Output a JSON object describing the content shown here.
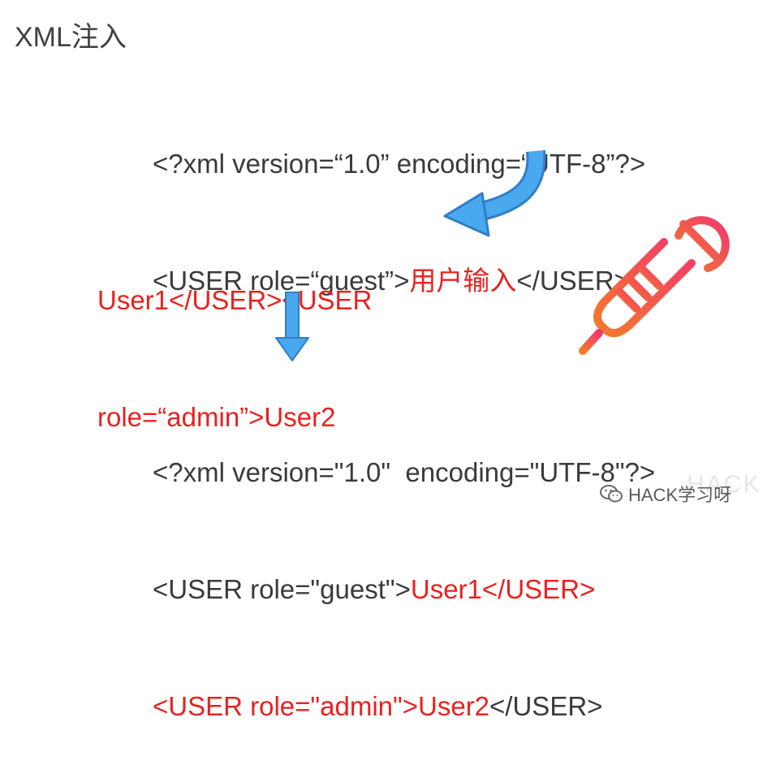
{
  "title": "XML注入",
  "block1": {
    "line1": "<?xml version=“1.0” encoding=“UTF-8”?>",
    "line2_prefix": "<USER role=“guest”>",
    "line2_input": "用户输入",
    "line2_suffix": "</USER>"
  },
  "block2": {
    "line1": "User1</USER><USER",
    "line2": "role=“admin”>User2"
  },
  "block3": {
    "line1": "<?xml version=\"1.0\"  encoding=\"UTF-8\"?>",
    "line2_prefix": "<USER role=\"guest\">",
    "line2_red": "User1</USER>",
    "line3_red": "<USER role=\"admin\">User2",
    "line3_suffix": "</USER>"
  },
  "watermark": {
    "text": "HACK学习呀",
    "icon": "wechat-icon"
  },
  "colors": {
    "text": "#3a3a3a",
    "red": "#e8221f",
    "arrow": "#3b9ae8",
    "syringe_top": "#f2386e",
    "syringe_bottom": "#f47a2a"
  }
}
